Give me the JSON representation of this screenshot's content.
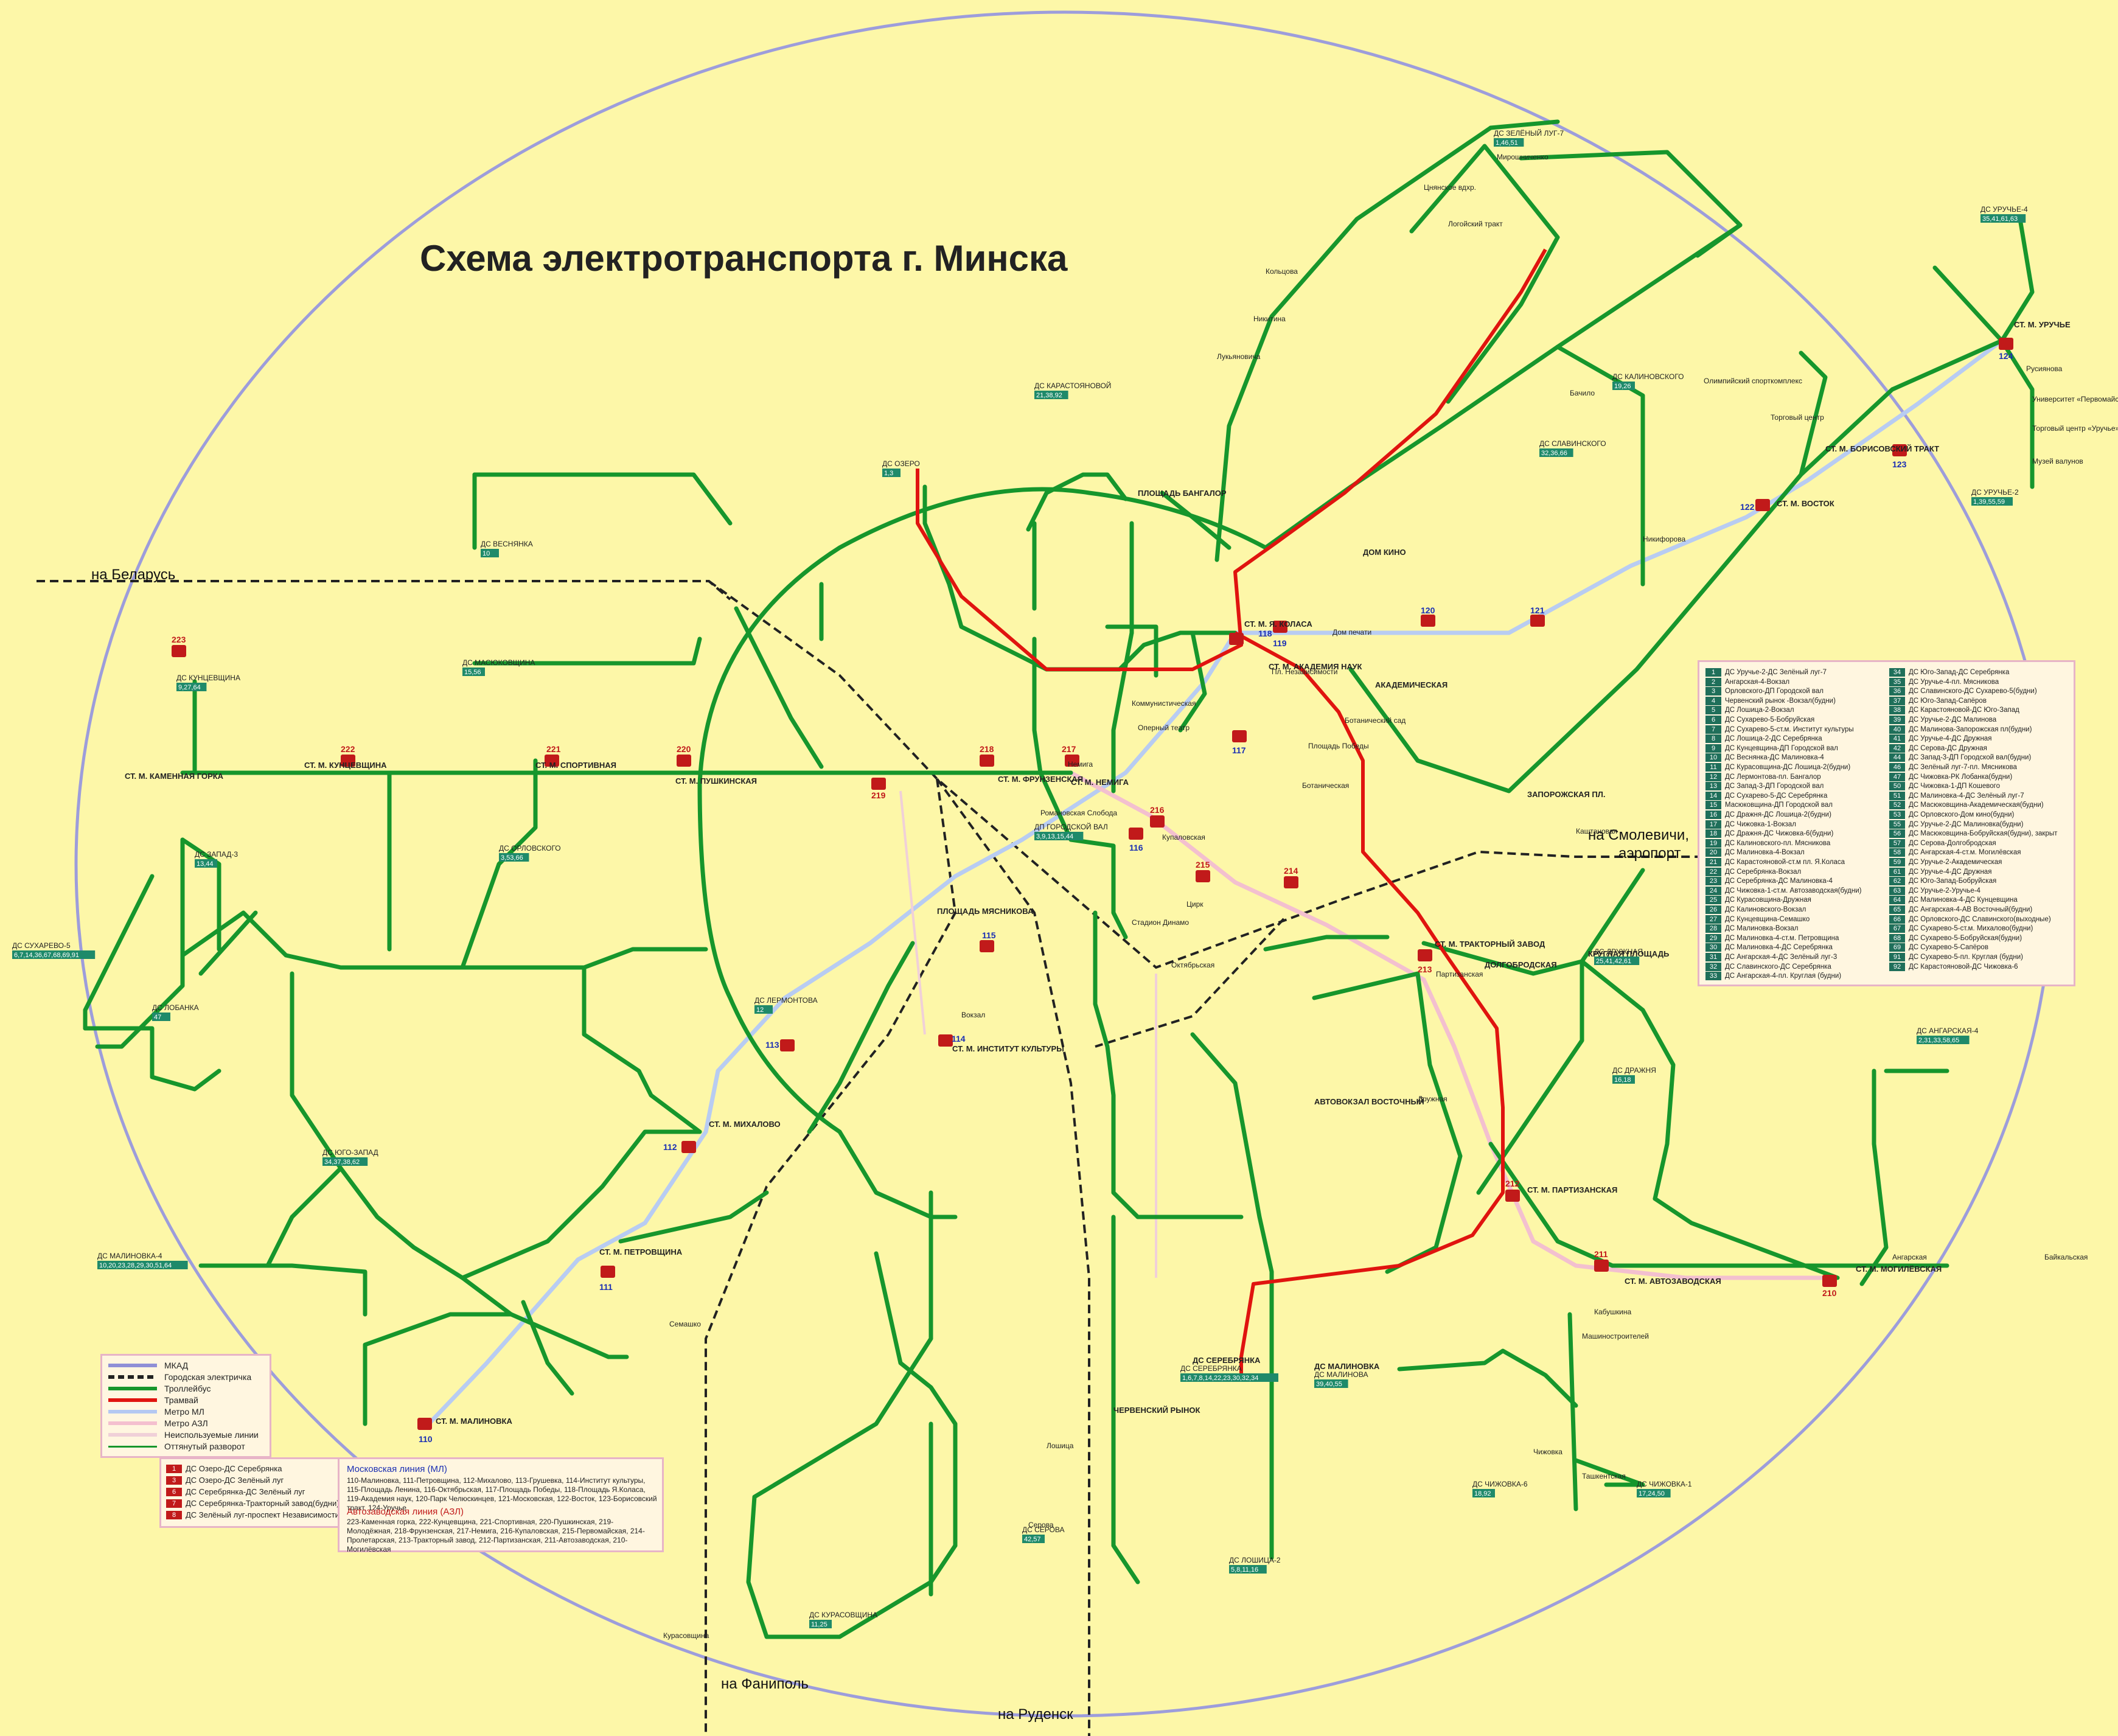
{
  "title": "Схема электротранспорта г. Минска",
  "directions": {
    "belarus": "на Беларусь",
    "smolevichi": "на Смолевичи,",
    "airport": "аэропорт",
    "fanipol": "на Фаниполь",
    "rudensk": "на Руденск"
  },
  "legend": {
    "items": [
      {
        "label": "МКАД",
        "color": "#8f8fd6"
      },
      {
        "label": "Городская электричка",
        "color": "#222222"
      },
      {
        "label": "Троллейбус",
        "color": "#16962c"
      },
      {
        "label": "Трамвай",
        "color": "#e0140f"
      },
      {
        "label": "Метро МЛ",
        "color": "#b4c8f2"
      },
      {
        "label": "Метро АЗЛ",
        "color": "#f4bfcf"
      },
      {
        "label": "Неиспользуемые линии",
        "color": "#f0d0d8"
      },
      {
        "label": "Оттянутый разворот",
        "color": "#16962c"
      }
    ]
  },
  "tram_routes": [
    {
      "num": "1",
      "text": "ДС Озеро-ДС Серебрянка"
    },
    {
      "num": "3",
      "text": "ДС Озеро-ДС Зелёный луг"
    },
    {
      "num": "6",
      "text": "ДС Серебрянка-ДС Зелёный луг"
    },
    {
      "num": "7",
      "text": "ДС Серебрянка-Тракторный завод(будни)"
    },
    {
      "num": "8",
      "text": "ДС Зелёный луг-проспект Независимости"
    }
  ],
  "metro": {
    "ml_title": "Московская линия (МЛ)",
    "ml_text": "110-Малиновка, 111-Петровщина, 112-Михалово, 113-Грушевка, 114-Институт культуры, 115-Площадь Ленина, 116-Октябрьская, 117-Площадь Победы, 118-Площадь Я.Коласа, 119-Академия наук, 120-Парк Челюскинцев, 121-Московская, 122-Восток, 123-Борисовский тракт, 124-Уручье",
    "azl_title": "Автозаводская линия (АЗЛ)",
    "azl_text": "223-Каменная горка, 222-Кунцевщина, 221-Спортивная, 220-Пушкинская, 219-Молодёжная, 218-Фрунзенская, 217-Немига, 216-Купаловская, 215-Первомайская, 214-Пролетарская, 213-Тракторный завод, 212-Партизанская, 211-Автозаводская, 210-Могилёвская"
  },
  "trolley_routes_left": [
    {
      "num": "1",
      "text": "ДС Уручье-2-ДС Зелёный луг-7"
    },
    {
      "num": "2",
      "text": "Ангарская-4-Вокзал"
    },
    {
      "num": "3",
      "text": "Орловского-ДП Городской вал"
    },
    {
      "num": "4",
      "text": "Червенский рынок -Вокзал(будни)"
    },
    {
      "num": "5",
      "text": "ДС Лошица-2-Вокзал"
    },
    {
      "num": "6",
      "text": "ДС Сухарево-5-Бобруйская"
    },
    {
      "num": "7",
      "text": "ДС Сухарево-5-ст.м. Институт культуры"
    },
    {
      "num": "8",
      "text": "ДС Лошица-2-ДС Серебрянка"
    },
    {
      "num": "9",
      "text": "ДС Кунцевщина-ДП Городской вал"
    },
    {
      "num": "10",
      "text": "ДС Веснянка-ДС Малиновка-4"
    },
    {
      "num": "11",
      "text": "ДС Курасовщина-ДС Лошица-2(будни)"
    },
    {
      "num": "12",
      "text": "ДС Лермонтова-пл. Бангалор"
    },
    {
      "num": "13",
      "text": "ДС Запад-3-ДП Городской вал"
    },
    {
      "num": "14",
      "text": "ДС Сухарево-5-ДС Серебрянка"
    },
    {
      "num": "15",
      "text": "Масюковщина-ДП Городской вал"
    },
    {
      "num": "16",
      "text": "ДС Дражня-ДС Лошица-2(будни)"
    },
    {
      "num": "17",
      "text": "ДС Чижовка-1-Вокзал"
    },
    {
      "num": "18",
      "text": "ДС Дражня-ДС Чижовка-6(будни)"
    },
    {
      "num": "19",
      "text": "ДС Калиновского-пл. Мясникова"
    },
    {
      "num": "20",
      "text": "ДС Малиновка-4-Вокзал"
    },
    {
      "num": "21",
      "text": "ДС Каpастояновой-ст.м пл. Я.Коласа"
    },
    {
      "num": "22",
      "text": "ДС Серебрянка-Вокзал"
    },
    {
      "num": "23",
      "text": "ДС Серебрянка-ДС Малиновка-4"
    },
    {
      "num": "24",
      "text": "ДС Чижовка-1-ст.м. Автозаводская(будни)"
    },
    {
      "num": "25",
      "text": "ДС Курасовщина-Дружная"
    },
    {
      "num": "26",
      "text": "ДС Калиновского-Вокзал"
    },
    {
      "num": "27",
      "text": "ДС Кунцевщина-Семашко"
    },
    {
      "num": "28",
      "text": "ДС Малиновка-Вокзал"
    },
    {
      "num": "29",
      "text": "ДС Малиновка-4-ст.м. Петровщина"
    },
    {
      "num": "30",
      "text": "ДС Малиновка-4-ДС Серебрянка"
    },
    {
      "num": "31",
      "text": "ДС Ангарская-4-ДС Зелёный луг-3"
    },
    {
      "num": "32",
      "text": "ДС Славинского-ДС Серебрянка"
    },
    {
      "num": "33",
      "text": "ДС Ангарская-4-пл. Круглая (будни)"
    }
  ],
  "trolley_routes_right": [
    {
      "num": "34",
      "text": "ДС Юго-Запад-ДС Серебрянка"
    },
    {
      "num": "35",
      "text": "ДС Уручье-4-пл. Мясникова"
    },
    {
      "num": "36",
      "text": "ДС Славинского-ДС Сухарево-5(будни)"
    },
    {
      "num": "37",
      "text": "ДС Юго-Запад-Сапёров"
    },
    {
      "num": "38",
      "text": "ДС Каpастояновой-ДС Юго-Запад"
    },
    {
      "num": "39",
      "text": "ДС Уручье-2-ДС Малинова"
    },
    {
      "num": "40",
      "text": "ДС Малинова-Запорожская пл(будни)"
    },
    {
      "num": "41",
      "text": "ДС Уручье-4-ДС Дружная"
    },
    {
      "num": "42",
      "text": "ДС Серова-ДС Дружная"
    },
    {
      "num": "44",
      "text": "ДС Запад-3-ДП Городской вал(будни)"
    },
    {
      "num": "46",
      "text": "ДС Зелёный луг-7-пл. Мясникова"
    },
    {
      "num": "47",
      "text": "ДС Чижовка-РК Лобанка(будни)"
    },
    {
      "num": "50",
      "text": "ДС Чижовка-1-ДП Кошевого"
    },
    {
      "num": "51",
      "text": "ДС Малиновка-4-ДС Зелёный луг-7"
    },
    {
      "num": "52",
      "text": "ДС Масюковщина-Академическая(будни)"
    },
    {
      "num": "53",
      "text": "ДС Орловского-Дом кино(будни)"
    },
    {
      "num": "55",
      "text": "ДС Уручье-2-ДС Малиновка(будни)"
    },
    {
      "num": "56",
      "text": "ДС Масюковщина-Бобруйская(будни), закрыт"
    },
    {
      "num": "57",
      "text": "ДС Серова-Долгобродская"
    },
    {
      "num": "58",
      "text": "ДС Ангарская-4-ст.м. Могилёвская"
    },
    {
      "num": "59",
      "text": "ДС Уручье-2-Академическая"
    },
    {
      "num": "61",
      "text": "ДС Уручье-4-ДС Дружная"
    },
    {
      "num": "62",
      "text": "ДС Юго-Запад-Бобруйская"
    },
    {
      "num": "63",
      "text": "ДС Уручье-2-Уручье-4"
    },
    {
      "num": "64",
      "text": "ДС Малиновка-4-ДС Кунцевщина"
    },
    {
      "num": "65",
      "text": "ДС Ангарская-4-АВ Восточный(будни)"
    },
    {
      "num": "66",
      "text": "ДС Орловского-ДС Славинского(выходные)"
    },
    {
      "num": "67",
      "text": "ДС Сухарево-5-ст.м. Михалово(будни)"
    },
    {
      "num": "68",
      "text": "ДС Сухарево-5-Бобруйская(будни)"
    },
    {
      "num": "69",
      "text": "ДС Сухарево-5-Сапёров"
    },
    {
      "num": "91",
      "text": "ДС Сухарево-5-пл. Круглая (будни)"
    },
    {
      "num": "92",
      "text": "ДС Каpастояновой-ДС Чижовка-6"
    }
  ],
  "depots": [
    {
      "label": "ДС ЗЕЛЁНЫЙ ЛУГ-7",
      "badge": "1,46,51"
    },
    {
      "label": "ДС УРУЧЬЕ-4",
      "badge": "35,41,61,63"
    },
    {
      "label": "ДС УРУЧЬЕ-2",
      "badge": "1,39,55,59"
    },
    {
      "label": "ДС КАЛИНОВСКОГО",
      "badge": "19,26"
    },
    {
      "label": "ДС СЛАВИНСКОГО",
      "badge": "32,36,66"
    },
    {
      "label": "ДС КАРАСТОЯНОВОЙ",
      "badge": "21,38,92"
    },
    {
      "label": "ДС ОЗЕРО",
      "badge": "1,3"
    },
    {
      "label": "ДС ВЕСНЯНКА",
      "badge": "10"
    },
    {
      "label": "ДС МАСЮКОВЩИНА",
      "badge": "15,56"
    },
    {
      "label": "ДС КУНЦЕВЩИНА",
      "badge": "9,27,64"
    },
    {
      "label": "ДС ЗАПАД-3",
      "badge": "13,44"
    },
    {
      "label": "ДС ОРЛОВСКОГО",
      "badge": "3,53,66"
    },
    {
      "label": "ДС СУХАРЕВО-5",
      "badge": "6,7,14,36,67,68,69,91"
    },
    {
      "label": "ДС ЛОБАНКА",
      "badge": "47"
    },
    {
      "label": "ДС ЮГО-ЗАПАД",
      "badge": "34,37,38,62"
    },
    {
      "label": "ДС МАЛИНОВКА-4",
      "badge": "10,20,23,28,29,30,51,64"
    },
    {
      "label": "ДС ЛЕРМОНТОВА",
      "badge": "12"
    },
    {
      "label": "ДС СЕРЕБРЯНКА",
      "badge": "1,6,7,8,14,22,23,30,32,34"
    },
    {
      "label": "ДС МАЛИНОВА",
      "badge": "39,40,55"
    },
    {
      "label": "ДС ЛОШИЦА-2",
      "badge": "5,8,11,16"
    },
    {
      "label": "ДС СЕРОВА",
      "badge": "42,57"
    },
    {
      "label": "ДС КУРАСОВЩИНА",
      "badge": "11,25"
    },
    {
      "label": "ДС ЧИЖОВКА-6",
      "badge": "18,92"
    },
    {
      "label": "ДС ЧИЖОВКА-1",
      "badge": "17,24,50"
    },
    {
      "label": "ДС ДРАЖНЯ",
      "badge": "16,18"
    },
    {
      "label": "ДС АНГАРСКАЯ-4",
      "badge": "2,31,33,58,65"
    },
    {
      "label": "ДП ГОРОДСКОЙ ВАЛ",
      "badge": "3,9,13,15,44"
    },
    {
      "label": "ДС ДРУЖНАЯ",
      "badge": "25,41,42,61"
    }
  ],
  "metro_stations": {
    "ml": [
      "110",
      "111",
      "112",
      "113",
      "114",
      "115",
      "116",
      "117",
      "118",
      "119",
      "120",
      "121",
      "122",
      "123",
      "124"
    ],
    "azl": [
      "210",
      "211",
      "212",
      "213",
      "214",
      "215",
      "216",
      "217",
      "218",
      "219",
      "220",
      "221",
      "222",
      "223"
    ]
  },
  "stations": {
    "metro_labels": [
      "СТ. М. УРУЧЬЕ",
      "СТ. М. БОРИСОВСКИЙ ТРАКТ",
      "СТ. М. ВОСТОК",
      "СТ. М. Я. КОЛАСА",
      "СТ. М. АКАДЕМИЯ НАУК",
      "СТ. М. ПУШКИНСКАЯ",
      "СТ. М. МИХАЛОВО",
      "СТ. М. ПЕТРОВЩИНА",
      "СТ. М. МАЛИНОВКА",
      "СТ. М. ИНСТИТУТ КУЛЬТУРЫ",
      "СТ. М. ТРАКТОРНЫЙ ЗАВОД",
      "СТ. М. ПАРТИЗАНСКАЯ",
      "СТ. М. АВТОЗАВОДСКАЯ",
      "СТ. М. МОГИЛЁВСКАЯ",
      "СТ. М. ФРУНЗЕНСКАЯ",
      "СТ. М. НЕМИГА",
      "СТ. М. КУНЦЕВЩИНА",
      "СТ. М. СПОРТИВНАЯ",
      "СТ. М. КАМЕННАЯ ГОРКА"
    ],
    "squares": [
      "ЗАПОРОЖСКАЯ ПЛ.",
      "КРУГЛАЯ ПЛОЩАДЬ",
      "ПЛОЩАДЬ МЯСНИКОВА",
      "ПЛОЩАДЬ БАНГАЛОР",
      "ДОМ КИНО",
      "АКАДЕМИЧЕСКАЯ",
      "ДОЛГОБРОДСКАЯ",
      "АВТОВОКЗАЛ ВОСТОЧНЫЙ",
      "ЧЕРВЕНСКИЙ РЫНОК",
      "ДС СЕРЕБРЯНКА",
      "ДС МАЛИНОВКА"
    ],
    "streets_north": [
      "Мирошниченко",
      "Цнянское вдхр.",
      "Логойский тракт",
      "Лукьяновича",
      "Кольцова",
      "Никитина",
      "Бачило",
      "Байкальская",
      "Олимпийский спорткомплекс",
      "Торговый центр",
      "Русиянова",
      "Университет «Первомайский»",
      "Торговый центр «Уручье»",
      "Музей валунов"
    ],
    "streets_center": [
      "Коммунистическая",
      "Оперный театр",
      "Романовская Слобода",
      "Немига",
      "Купаловская",
      "Октябрьская",
      "Площадь Победы",
      "Пл. Независимости",
      "Вокзал",
      "Дом печати",
      "Ботаническая",
      "Ботанический сад",
      "Стадион Динамо",
      "Цирк"
    ],
    "streets_south": [
      "Семашко",
      "Ангарская",
      "Партизанская",
      "Каштановая",
      "Машиностроителей",
      "Ташкентская",
      "Серова",
      "Дружная",
      "Лошица",
      "Курасовщина",
      "Чижовка",
      "Кабушкина",
      "Никифорова"
    ]
  }
}
